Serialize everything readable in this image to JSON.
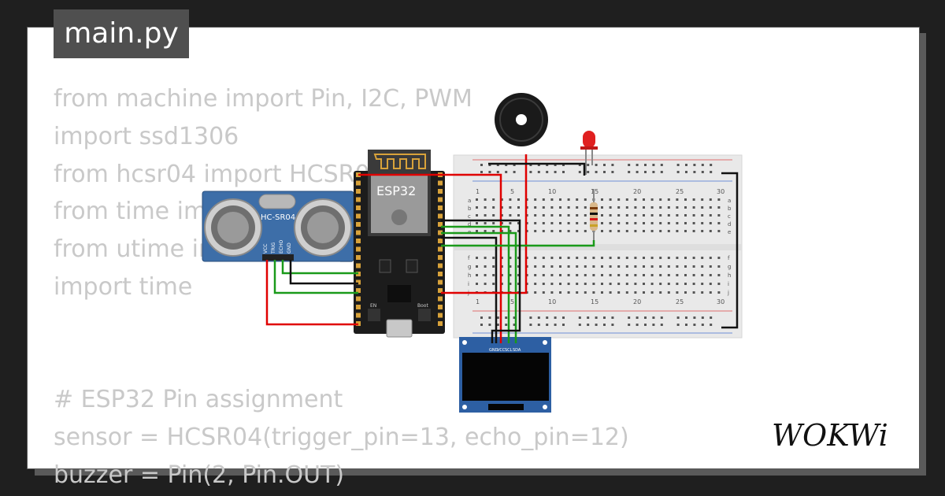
{
  "file_tab": {
    "label": "main.py"
  },
  "code_lines": [
    "from machine import Pin, I2C, PWM",
    "import ssd1306",
    "from hcsr04 import HCSR04",
    "from time import sleep",
    "from utime import sleep_ms",
    "import time",
    "",
    "",
    "# ESP32 Pin assignment",
    "sensor = HCSR04(trigger_pin=13, echo_pin=12)",
    "buzzer = Pin(2, Pin.OUT)"
  ],
  "components": {
    "esp32_label": "ESP32",
    "sensor_label": "HC-SR04",
    "sensor_pins": [
      "VCC",
      "TRIG",
      "ECHO",
      "GND"
    ],
    "oled_pins": [
      "GND",
      "VCC",
      "SCL",
      "SDA"
    ],
    "board_buttons": [
      "EN",
      "Boot"
    ],
    "breadboard_columns": [
      "1",
      "5",
      "10",
      "15",
      "20",
      "25",
      "30"
    ],
    "breadboard_rows_top": [
      "a",
      "b",
      "c",
      "d",
      "e"
    ],
    "breadboard_rows_bottom": [
      "f",
      "g",
      "h",
      "i",
      "j"
    ]
  },
  "brand": {
    "logo_text": "WOKWi"
  },
  "colors": {
    "background": "#1f1f1f",
    "tab": "#4f4f4f",
    "code_text": "#c9c9c9",
    "sensor_board": "#3d6ea8",
    "esp32_board": "#1c1c1c",
    "wire_red": "#e00000",
    "wire_green": "#1a9a1a",
    "wire_black": "#111111",
    "led": "#e02020"
  }
}
